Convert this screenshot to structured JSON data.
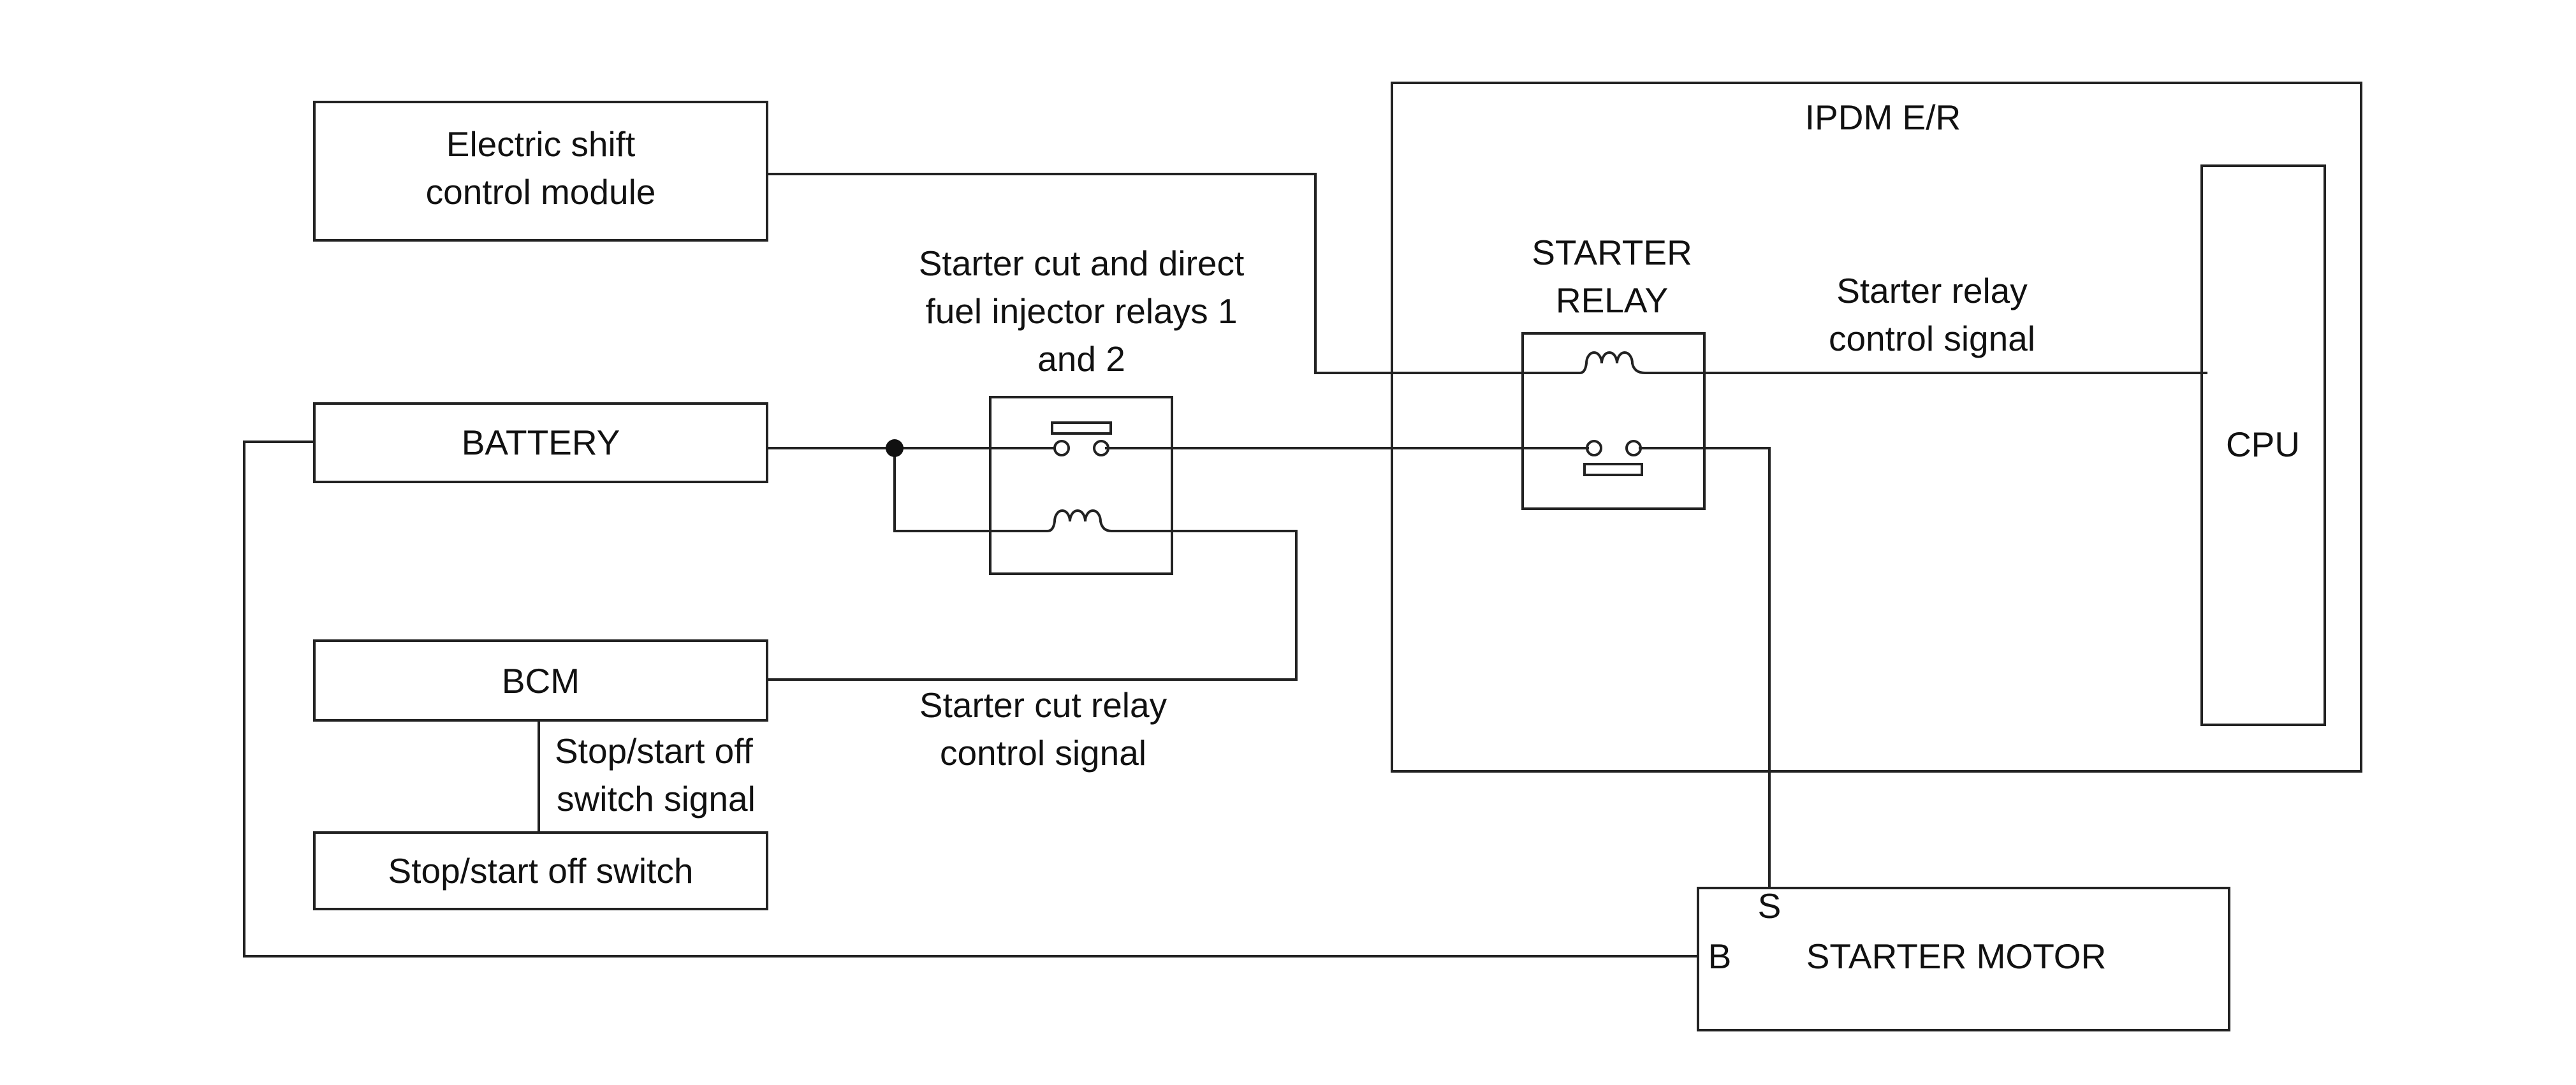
{
  "diagram": {
    "ipdm": {
      "title": "IPDM E/R"
    },
    "cpu": {
      "label": "CPU"
    },
    "starter_relay": {
      "line1": "STARTER",
      "line2": "RELAY"
    },
    "starter_relay_signal": {
      "line1": "Starter relay",
      "line2": "control signal"
    },
    "electric_shift": {
      "line1": "Electric shift",
      "line2": "control module"
    },
    "cut_relays": {
      "line1": "Starter cut and direct",
      "line2": "fuel injector relays 1",
      "line3": "and 2"
    },
    "battery": {
      "label": "BATTERY"
    },
    "bcm": {
      "label": "BCM"
    },
    "stop_start_signal": {
      "line1": "Stop/start off",
      "line2": "switch signal"
    },
    "stop_start_switch": {
      "label": "Stop/start off switch"
    },
    "cut_relay_signal": {
      "line1": "Starter cut relay",
      "line2": "control signal"
    },
    "starter_motor": {
      "label": "STARTER MOTOR",
      "terminal_s": "S",
      "terminal_b": "B"
    }
  }
}
